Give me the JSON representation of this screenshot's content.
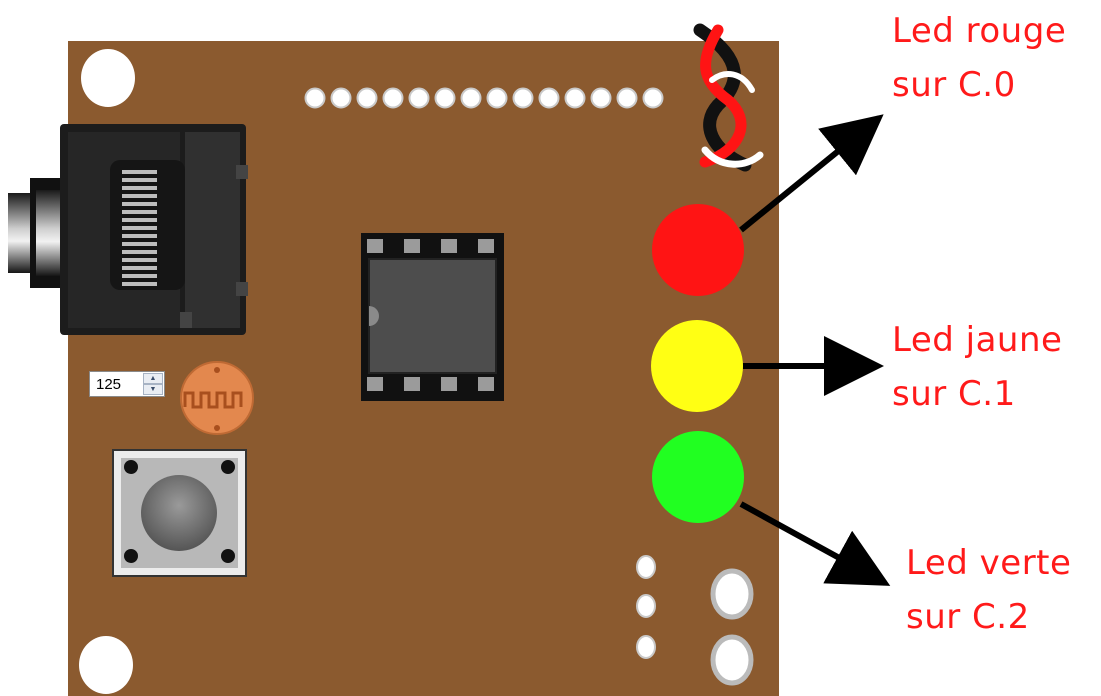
{
  "callouts": {
    "red": {
      "line1": "Led rouge",
      "line2": "sur C.0"
    },
    "yellow": {
      "line1": "Led jaune",
      "line2": "sur C.1"
    },
    "green": {
      "line1": "Led verte",
      "line2": "sur C.2"
    }
  },
  "sensor": {
    "value": "125"
  },
  "colors": {
    "board": "#8b5a2f",
    "led_red": "#ff1414",
    "led_yellow": "#ffff14",
    "led_green": "#21ff21",
    "label_text": "#ff1a1a"
  },
  "icons": {
    "spin_up": "▲",
    "spin_down": "▼"
  }
}
